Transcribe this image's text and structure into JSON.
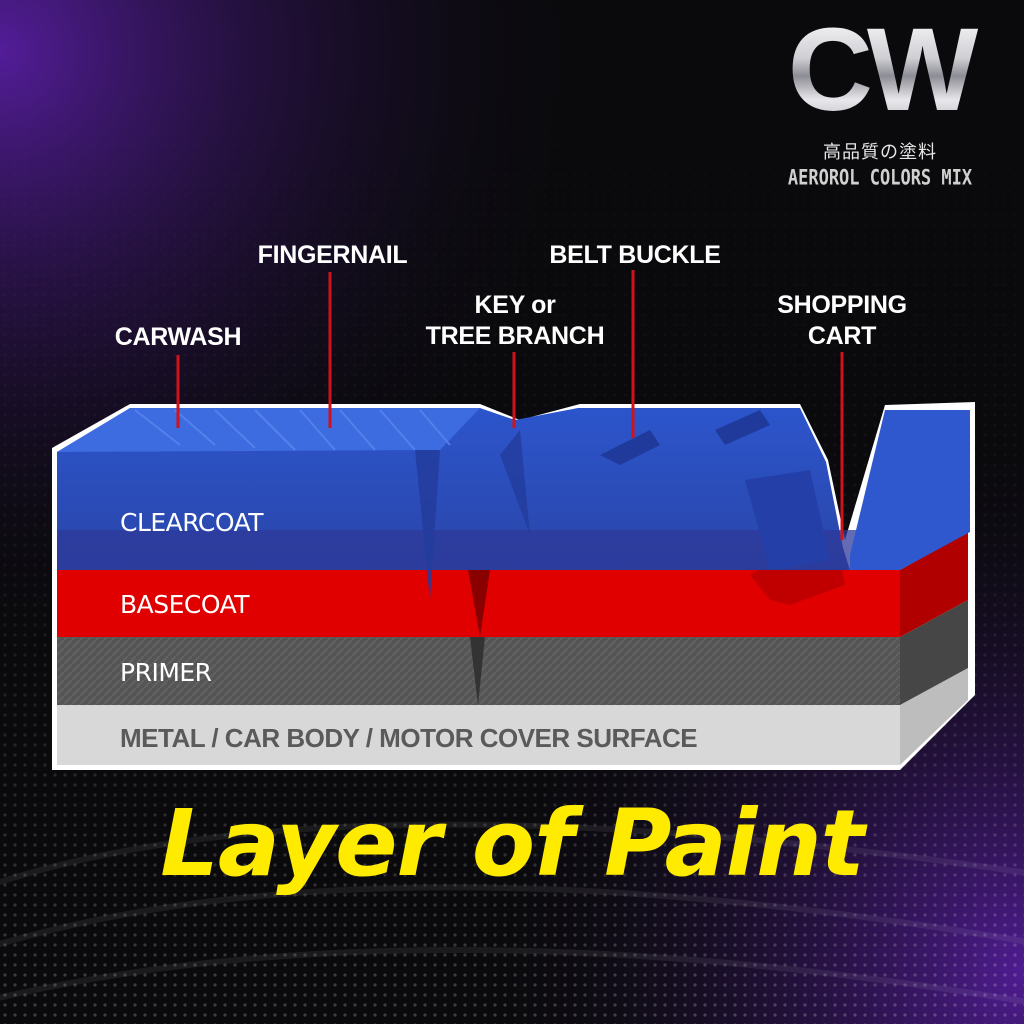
{
  "logo": {
    "mark": "CW",
    "japanese": "高品質の塗料",
    "subtitle": "AEROROL COLORS MIX"
  },
  "callouts": [
    {
      "id": "carwash",
      "label": "CARWASH"
    },
    {
      "id": "fingernail",
      "label": "FINGERNAIL"
    },
    {
      "id": "key",
      "label": "KEY or\nTREE BRANCH"
    },
    {
      "id": "belt",
      "label": "BELT BUCKLE"
    },
    {
      "id": "cart",
      "label": "SHOPPING\nCART"
    }
  ],
  "layers": [
    {
      "id": "clearcoat",
      "label": "CLEARCOAT",
      "color": "#2f55c8"
    },
    {
      "id": "basecoat",
      "label": "BASECOAT",
      "color": "#e00000"
    },
    {
      "id": "primer",
      "label": "PRIMER",
      "color": "#5a5a5a"
    },
    {
      "id": "metal",
      "label": "METAL / CAR BODY / MOTOR COVER SURFACE",
      "color": "#d8d8d8"
    }
  ],
  "title": "Layer of Paint",
  "colors": {
    "title": "#ffeb00",
    "callout_line": "#d0121b",
    "background_glow": "#5b1fa8"
  }
}
